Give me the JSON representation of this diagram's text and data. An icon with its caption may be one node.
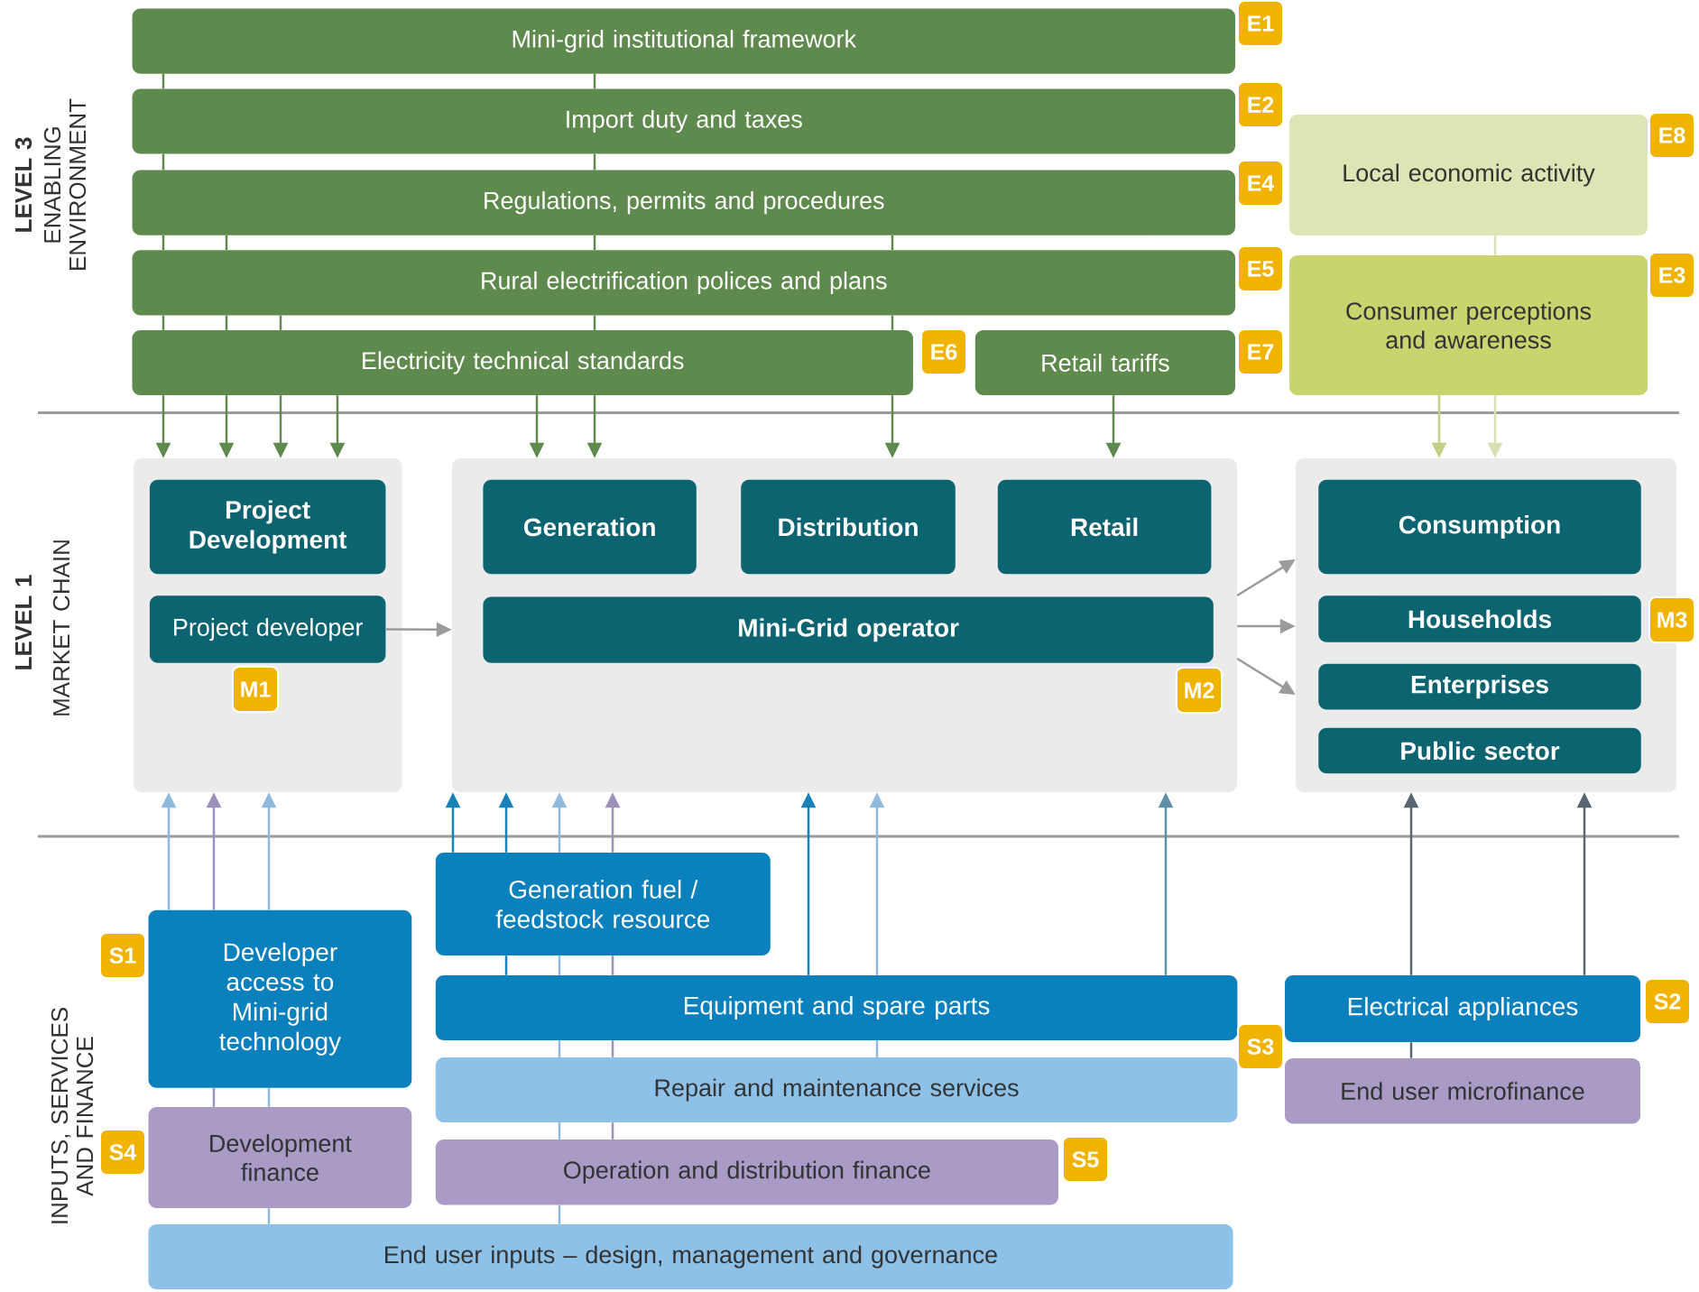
{
  "diagram": {
    "nodes": [
      {
        "text": [
          "Mini-grid institutional framework"
        ],
        "beside": [
          "E1"
        ]
      },
      {
        "text": [
          "Import duty and taxes"
        ],
        "beside": [
          "E2"
        ]
      },
      {
        "text": [
          "Local economic activity"
        ],
        "beside": [
          "E8"
        ]
      },
      {
        "text": [
          "Regulations, permits and procedures"
        ],
        "beside": [
          "E4"
        ]
      },
      {
        "text": [
          "Rural electrification polices and plans"
        ],
        "beside": [
          "E5"
        ]
      },
      {
        "text": [
          "Consumer perceptions and awareness"
        ],
        "beside": [
          "E3"
        ]
      },
      {
        "text": [
          "Electricity technical standards"
        ],
        "beside": [
          "E6"
        ]
      },
      {
        "text": [
          "Retail tariffs"
        ],
        "beside": [
          "E7"
        ]
      },
      {
        "text": [],
        "shape": "box"
      },
      {
        "text": [
          "Project Development"
        ],
        "in": 8
      },
      {
        "text": [
          "Project developer"
        ],
        "in": 8,
        "beside": [
          "M1"
        ]
      },
      {
        "text": [],
        "shape": "box"
      },
      {
        "text": [
          "Generation"
        ],
        "in": 11
      },
      {
        "text": [
          "Distribution"
        ],
        "in": 11
      },
      {
        "text": [
          "Retail"
        ],
        "in": 11
      },
      {
        "text": [
          "Mini-Grid operator"
        ],
        "in": 11,
        "beside": [
          "M2"
        ]
      },
      {
        "text": [],
        "shape": "box"
      },
      {
        "text": [
          "Consumption"
        ],
        "in": 16
      },
      {
        "text": [
          "Households"
        ],
        "in": 16,
        "beside": [
          "M3"
        ]
      },
      {
        "text": [
          "Enterprises"
        ],
        "in": 16
      },
      {
        "text": [
          "Public sector"
        ],
        "in": 16
      },
      {
        "text": [
          "Generation fuel / feedstock resource"
        ]
      },
      {
        "text": [
          "Developer access to Mini-grid technology"
        ],
        "beside": [
          "S1"
        ]
      },
      {
        "text": [
          "Equipment and spare parts"
        ],
        "beside": [
          "S3"
        ]
      },
      {
        "text": [
          "Electrical appliances"
        ],
        "beside": [
          "S2"
        ]
      },
      {
        "text": [
          "Repair and maintenance services"
        ]
      },
      {
        "text": [
          "End user microfinance"
        ]
      },
      {
        "text": [
          "Development finance"
        ],
        "beside": [
          "S4"
        ]
      },
      {
        "text": [
          "Operation and distribution finance"
        ],
        "beside": [
          "S5"
        ]
      },
      {
        "text": [
          "End user inputs – design, management and governance"
        ]
      }
    ],
    "edges": [
      {
        "from": 0,
        "to": 1,
        "arrow": "none"
      },
      {
        "from": 0,
        "to": 1,
        "arrow": "none"
      },
      {
        "from": 1,
        "to": 3,
        "arrow": "none"
      },
      {
        "from": 1,
        "to": 3,
        "arrow": "none"
      },
      {
        "from": 3,
        "to": 4,
        "arrow": "none"
      },
      {
        "from": 3,
        "to": 4,
        "arrow": "none"
      },
      {
        "from": 3,
        "to": 4,
        "arrow": "none"
      },
      {
        "from": 3,
        "to": 4,
        "arrow": "none"
      },
      {
        "from": 4,
        "to": 6,
        "arrow": "none"
      },
      {
        "from": 4,
        "to": 6,
        "arrow": "none"
      },
      {
        "from": 4,
        "to": 6,
        "arrow": "none"
      },
      {
        "from": 4,
        "to": 6,
        "arrow": "none"
      },
      {
        "from": 4,
        "to": 6,
        "arrow": "none"
      },
      {
        "from": 6,
        "to": 8,
        "arrow": "to"
      },
      {
        "from": 6,
        "to": 8,
        "arrow": "to"
      },
      {
        "from": 6,
        "to": 8,
        "arrow": "to"
      },
      {
        "from": 6,
        "to": 8,
        "arrow": "to"
      },
      {
        "from": 6,
        "to": 11,
        "arrow": "to"
      },
      {
        "from": 6,
        "to": 11,
        "arrow": "to"
      },
      {
        "from": 6,
        "to": 11,
        "arrow": "to"
      },
      {
        "from": 7,
        "to": 11,
        "arrow": "to"
      },
      {
        "from": 2,
        "to": 5,
        "arrow": "none",
        "color": "#d9dfb4"
      },
      {
        "from": 5,
        "to": 16,
        "arrow": "to",
        "color": "#c4cf86"
      },
      {
        "from": 5,
        "to": 16,
        "arrow": "to",
        "color": "#d9dfb4"
      },
      {
        "from": 10,
        "to": 11,
        "arrow": "to",
        "color": "#9b9b9b"
      },
      {
        "from": 11,
        "to": 16,
        "arrow": "to",
        "color": "#9b9b9b"
      },
      {
        "from": 11,
        "to": 16,
        "arrow": "to",
        "color": "#9b9b9b"
      },
      {
        "from": 11,
        "to": 16,
        "arrow": "to",
        "color": "#9b9b9b"
      },
      {
        "from": 22,
        "to": 8,
        "arrow": "to",
        "color": "#8fbade"
      },
      {
        "from": 27,
        "to": 22,
        "arrow": "none",
        "color": "#9d90bb"
      },
      {
        "from": 22,
        "to": 8,
        "arrow": "to",
        "color": "#9d90bb"
      },
      {
        "from": 29,
        "to": 27,
        "arrow": "none",
        "color": "#8fbade"
      },
      {
        "from": 27,
        "to": 22,
        "arrow": "none",
        "color": "#8fbade"
      },
      {
        "from": 22,
        "to": 8,
        "arrow": "to",
        "color": "#8fbade"
      },
      {
        "from": 21,
        "to": 11,
        "arrow": "to",
        "color": "#1a80b8"
      },
      {
        "from": 23,
        "to": 21,
        "arrow": "none",
        "color": "#1a80b8"
      },
      {
        "from": 21,
        "to": 11,
        "arrow": "to",
        "color": "#1a80b8"
      },
      {
        "from": 29,
        "to": 28,
        "arrow": "none",
        "color": "#8fbade"
      },
      {
        "from": 28,
        "to": 25,
        "arrow": "none",
        "color": "#8fbade"
      },
      {
        "from": 25,
        "to": 23,
        "arrow": "none",
        "color": "#8fbade"
      },
      {
        "from": 23,
        "to": 21,
        "arrow": "none",
        "color": "#8fbade"
      },
      {
        "from": 21,
        "to": 11,
        "arrow": "to",
        "color": "#8fbade"
      },
      {
        "from": 28,
        "to": 25,
        "arrow": "none",
        "color": "#9d90bb"
      },
      {
        "from": 25,
        "to": 23,
        "arrow": "none",
        "color": "#9d90bb"
      },
      {
        "from": 23,
        "to": 21,
        "arrow": "none",
        "color": "#9d90bb"
      },
      {
        "from": 21,
        "to": 11,
        "arrow": "to",
        "color": "#9d90bb"
      },
      {
        "from": 23,
        "to": 11,
        "arrow": "to",
        "color": "#1a80b8"
      },
      {
        "from": 25,
        "to": 23,
        "arrow": "none",
        "color": "#8fbade"
      },
      {
        "from": 23,
        "to": 11,
        "arrow": "to",
        "color": "#8fbade"
      },
      {
        "from": 23,
        "to": 11,
        "arrow": "to",
        "color": "#5f8fa5"
      },
      {
        "from": 26,
        "to": 24,
        "arrow": "none",
        "color": "#5a6670"
      },
      {
        "from": 24,
        "to": 16,
        "arrow": "to",
        "color": "#5a6670"
      },
      {
        "from": 24,
        "to": 16,
        "arrow": "to",
        "color": "#5a6670"
      }
    ],
    "labels": [
      "LEVEL 3",
      "ENABLING ENVIRONMENT",
      "LEVEL 1",
      "MARKET CHAIN",
      "INPUTS, SERVICES AND FINANCE"
    ]
  }
}
